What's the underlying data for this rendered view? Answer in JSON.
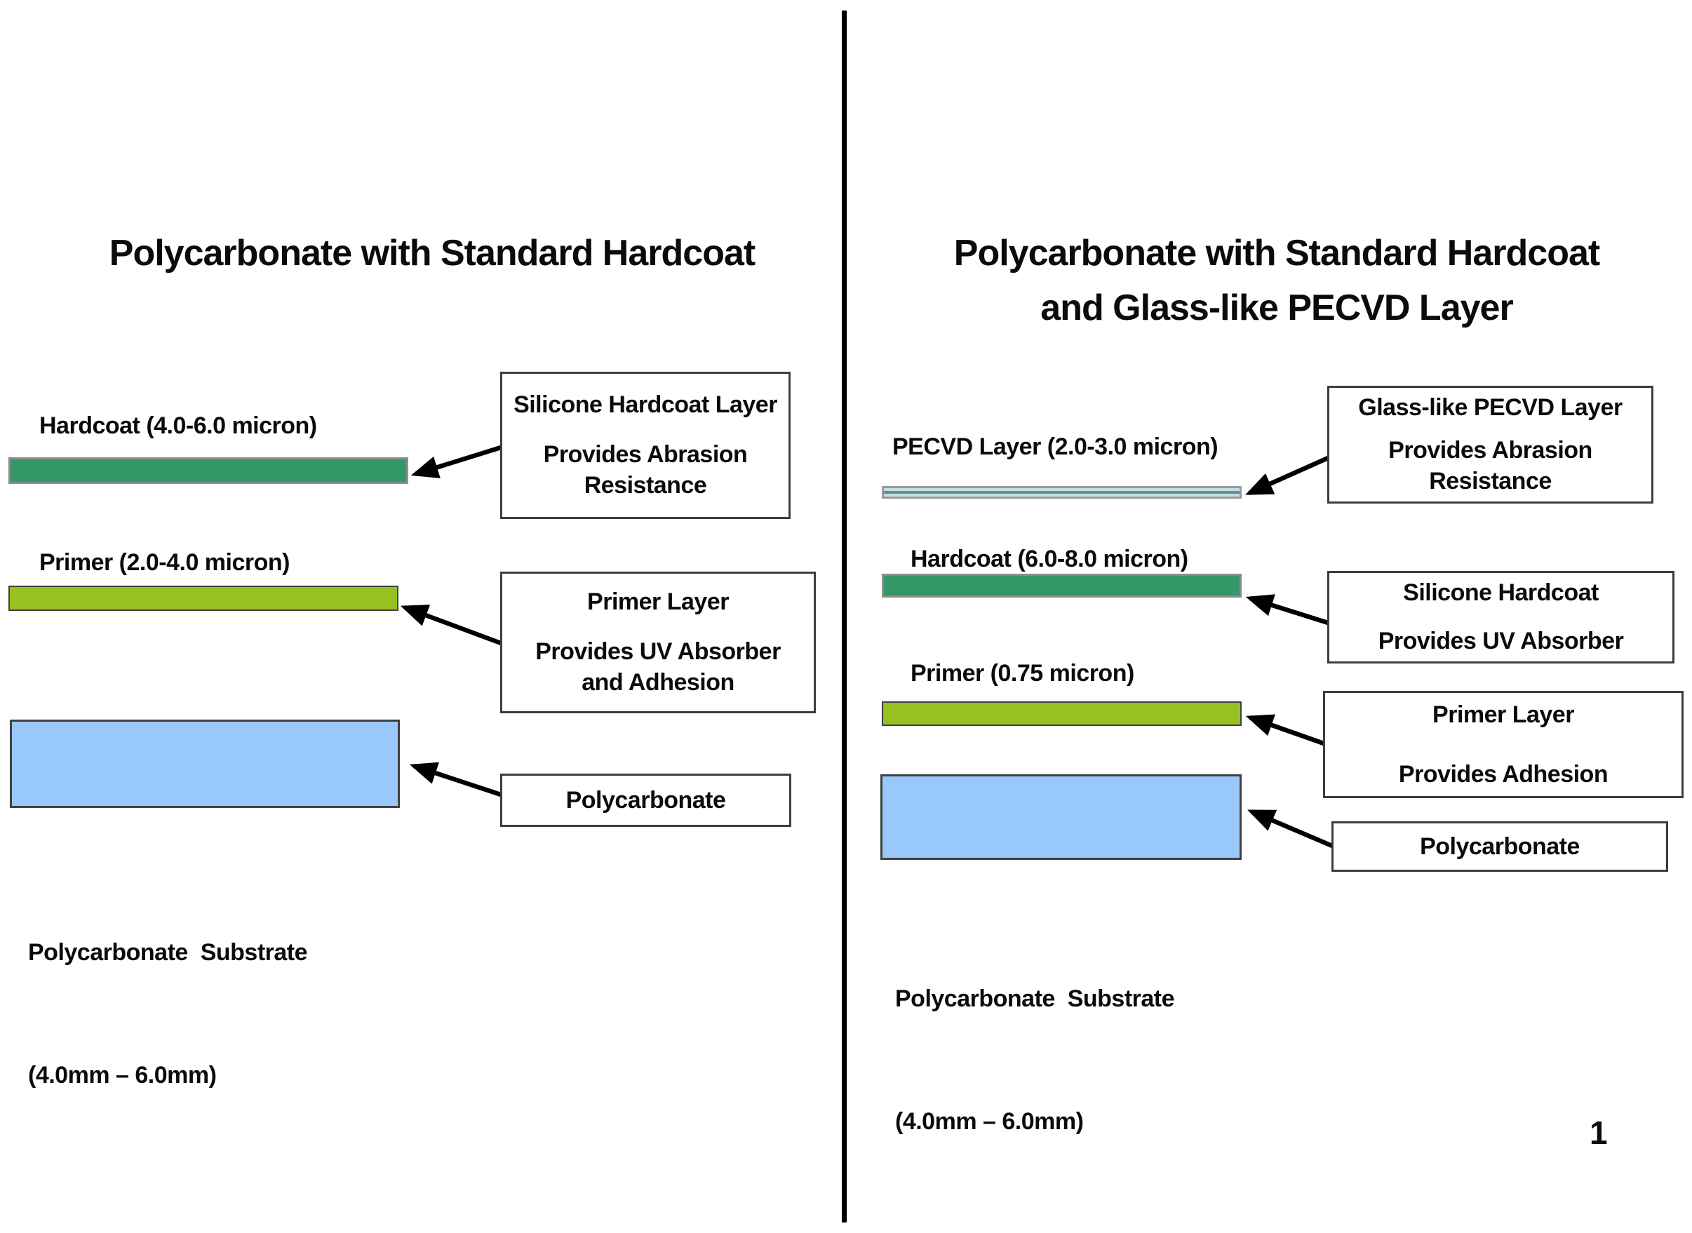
{
  "page": {
    "number": "1"
  },
  "colors": {
    "hardcoat_fill": "#349768",
    "primer_fill": "#97C120",
    "substrate_fill": "#99C9FA",
    "pecvd_fill": "#BFE0E4",
    "pecvd_line": "#6B8E94"
  },
  "left": {
    "title": "Polycarbonate with Standard Hardcoat",
    "hardcoat_label": "Hardcoat (4.0-6.0 micron)",
    "primer_label": "Primer (2.0-4.0 micron)",
    "substrate_label_line1": "Polycarbonate  Substrate",
    "substrate_label_line2": "(4.0mm – 6.0mm)",
    "callout_hardcoat": {
      "title": "Silicone Hardcoat Layer",
      "body": "Provides Abrasion Resistance"
    },
    "callout_primer": {
      "title": "Primer Layer",
      "body": "Provides UV Absorber and Adhesion"
    },
    "callout_substrate": {
      "title": "Polycarbonate"
    }
  },
  "right": {
    "title_line1": "Polycarbonate with Standard Hardcoat",
    "title_line2": "and Glass-like PECVD Layer",
    "pecvd_label": "PECVD Layer (2.0-3.0 micron)",
    "hardcoat_label": "Hardcoat (6.0-8.0 micron)",
    "primer_label": "Primer (0.75 micron)",
    "substrate_label_line1": "Polycarbonate  Substrate",
    "substrate_label_line2": "(4.0mm – 6.0mm)",
    "callout_pecvd": {
      "title": "Glass-like PECVD Layer",
      "body": "Provides Abrasion Resistance"
    },
    "callout_hardcoat": {
      "title": "Silicone Hardcoat",
      "body": "Provides UV Absorber"
    },
    "callout_primer": {
      "title": "Primer Layer",
      "body": "Provides Adhesion"
    },
    "callout_substrate": {
      "title": "Polycarbonate"
    }
  }
}
